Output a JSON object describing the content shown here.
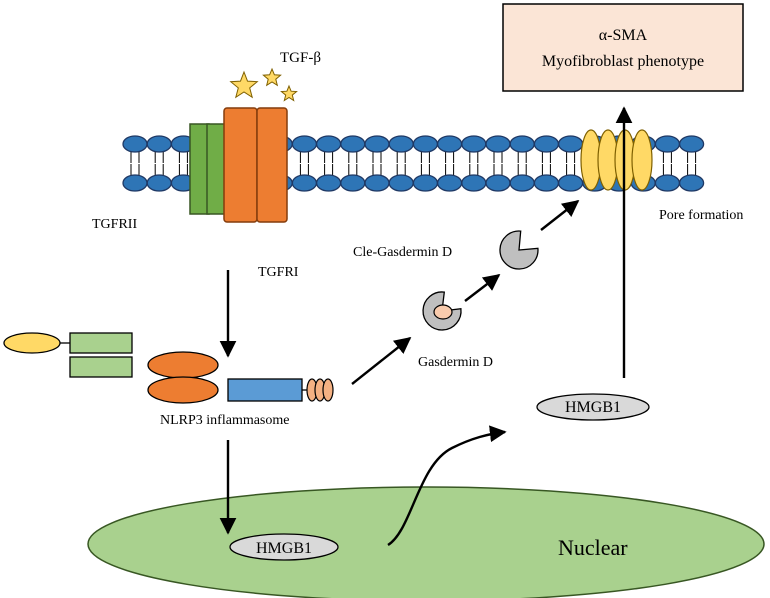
{
  "labels": {
    "tgf_beta": "TGF-β",
    "tgfrii": "TGFRII",
    "tgfri": "TGFRI",
    "nlrp3": "NLRP3 inflammasome",
    "cle_gasdermin": "Cle-Gasdermin D",
    "gasdermin": "Gasdermin D",
    "pore_formation": "Pore formation",
    "hmgb1_cytoplasm": "HMGB1",
    "hmgb1_nucleus": "HMGB1",
    "nuclear": "Nuclear",
    "outcome_line1": "α-SMA",
    "outcome_line2": "Myofibroblast phenotype"
  },
  "colors": {
    "membrane_head": "#2e75b6",
    "membrane_edge": "#1f3864",
    "receptor_orange": "#ed7d31",
    "receptor_green": "#70ad47",
    "yellow": "#ffd966",
    "green_light": "#a9d18e",
    "blue_light": "#5b9bd5",
    "nucleus_fill": "#a9d18e",
    "hmgb1_fill": "#d9d9d9",
    "outcome_fill": "#fbe5d6",
    "outcome_border": "#c55a11",
    "gasdermin_gray": "#bfbfbf",
    "gasdermin_inner": "#f8cbad"
  }
}
